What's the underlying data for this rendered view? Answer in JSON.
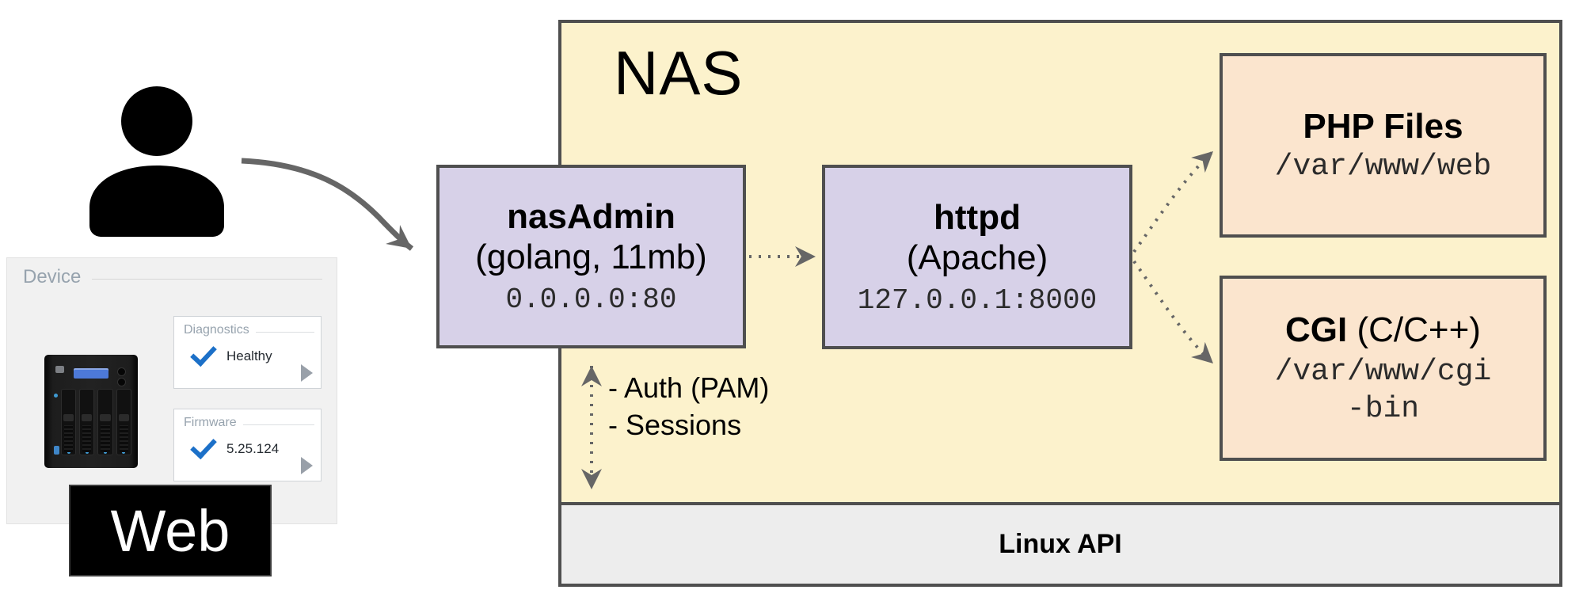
{
  "colors": {
    "yellow": "#fcf2cc",
    "purple": "#d7d1e8",
    "peach": "#fbe5ce",
    "graybar": "#ededed",
    "border": "#4f4f4f",
    "arrow": "#666666",
    "blue": "#1c70c8",
    "label": "#97a3ae",
    "panel": "#f1f1f1"
  },
  "web_badge": {
    "label": "Web"
  },
  "device_panel": {
    "title": "Device",
    "diagnostics": {
      "title": "Diagnostics",
      "status": "Healthy"
    },
    "firmware": {
      "title": "Firmware",
      "version": "5.25.124"
    }
  },
  "nas": {
    "title": "NAS",
    "linux_api_label": "Linux API",
    "notes": {
      "line1": "- Auth (PAM)",
      "line2": "- Sessions"
    },
    "nasadmin": {
      "title": "nasAdmin",
      "subtitle": "(golang, 11mb)",
      "address": "0.0.0.0:80"
    },
    "httpd": {
      "title": "httpd",
      "subtitle": "(Apache)",
      "address": "127.0.0.1:8000"
    },
    "php": {
      "title": "PHP Files",
      "path": "/var/www/web"
    },
    "cgi": {
      "title_bold": "CGI",
      "title_rest": " (C/C++)",
      "path_line1": "/var/www/cgi",
      "path_line2": "-bin"
    }
  }
}
